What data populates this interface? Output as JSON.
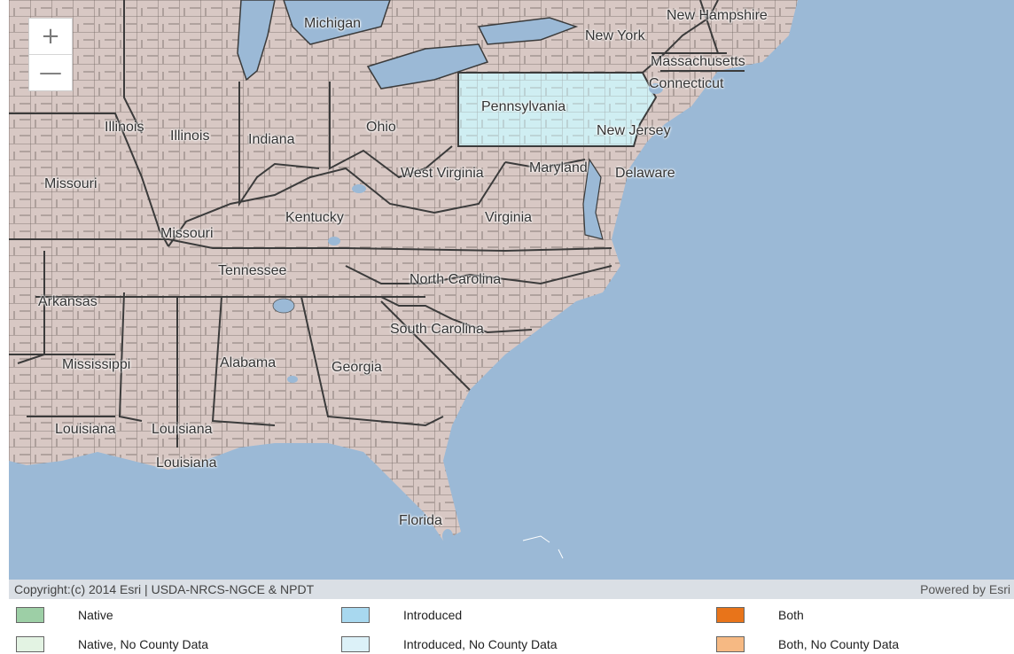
{
  "map": {
    "zoom_in_label": "+",
    "zoom_out_label": "—",
    "colors": {
      "water": "#9bb9d6",
      "land": "#d8c8c4",
      "county_lines": "#6f6560",
      "state_lines": "#3b3b3b",
      "pennsylvania": "#cfeef2"
    },
    "labels": {
      "michigan": "Michigan",
      "new_hampshire": "New Hampshire",
      "new_york": "New York",
      "massachusetts": "Massachusetts",
      "connecticut": "Connecticut",
      "pennsylvania": "Pennsylvania",
      "new_jersey": "New Jersey",
      "illinois_a": "Illinois",
      "illinois_b": "Illinois",
      "indiana": "Indiana",
      "ohio": "Ohio",
      "missouri_a": "Missouri",
      "west_virginia": "West Virginia",
      "maryland": "Maryland",
      "delaware": "Delaware",
      "kentucky": "Kentucky",
      "virginia": "Virginia",
      "missouri_b": "Missouri",
      "tennessee": "Tennessee",
      "north_carolina": "North Carolina",
      "arkansas": "Arkansas",
      "south_carolina": "South Carolina",
      "mississippi": "Mississippi",
      "alabama": "Alabama",
      "georgia": "Georgia",
      "louisiana_a": "Louisiana",
      "louisiana_b": "Louisiana",
      "louisiana_c": "Louisiana",
      "florida": "Florida"
    },
    "attribution": "Copyright:(c) 2014 Esri | USDA-NRCS-NGCE & NPDT",
    "powered_by": "Powered by Esri"
  },
  "legend": [
    {
      "label": "Native",
      "color": "#9dcfa6"
    },
    {
      "label": "Introduced",
      "color": "#a8d8ef"
    },
    {
      "label": "Both",
      "color": "#e8741a"
    },
    {
      "label": "Native, No County Data",
      "color": "#e3f3e3"
    },
    {
      "label": "Introduced, No County Data",
      "color": "#dcf1f8"
    },
    {
      "label": "Both, No County Data",
      "color": "#f6b983"
    }
  ]
}
